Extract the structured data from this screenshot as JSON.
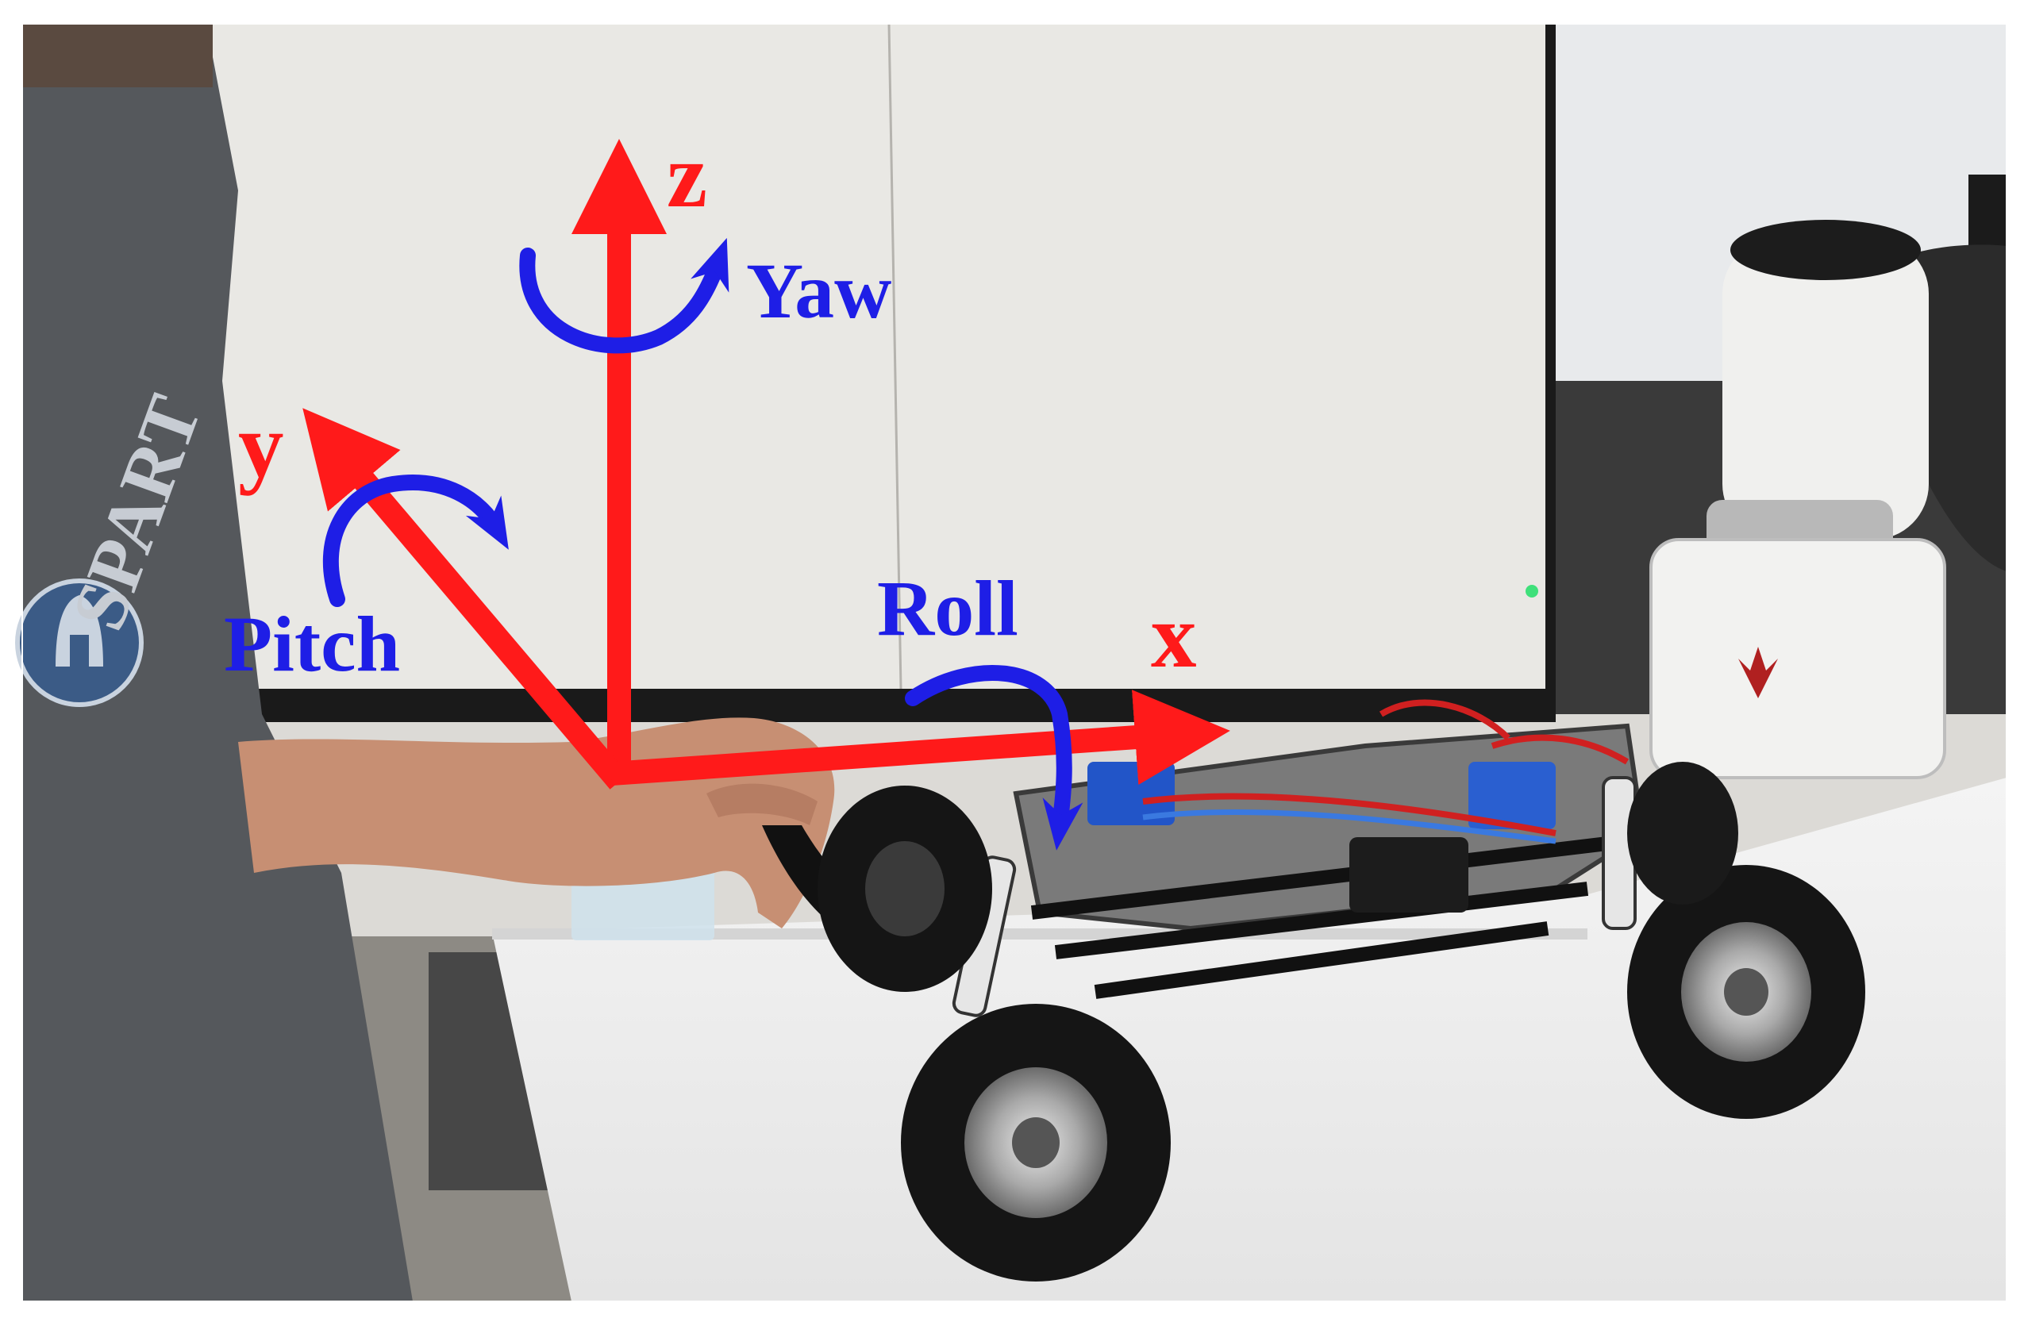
{
  "labels": {
    "z": "z",
    "y": "y",
    "x": "x",
    "yaw": "Yaw",
    "pitch": "Pitch",
    "roll": "Roll"
  },
  "shirt_text": "SPART",
  "colors": {
    "axis": "#ff1a1a",
    "rotation": "#1e1ee6",
    "wall": "#e2e0dc",
    "monitor": "#e9e8e4",
    "monitor_frame": "#1a1a1a",
    "table": "#f2f2f2",
    "shirt": "#55585c",
    "skin": "#c78f73",
    "robot_body": "#f0f0ee",
    "tire": "#151515",
    "rim": "#bdbdbd",
    "chassis": "#7a7a7a"
  }
}
